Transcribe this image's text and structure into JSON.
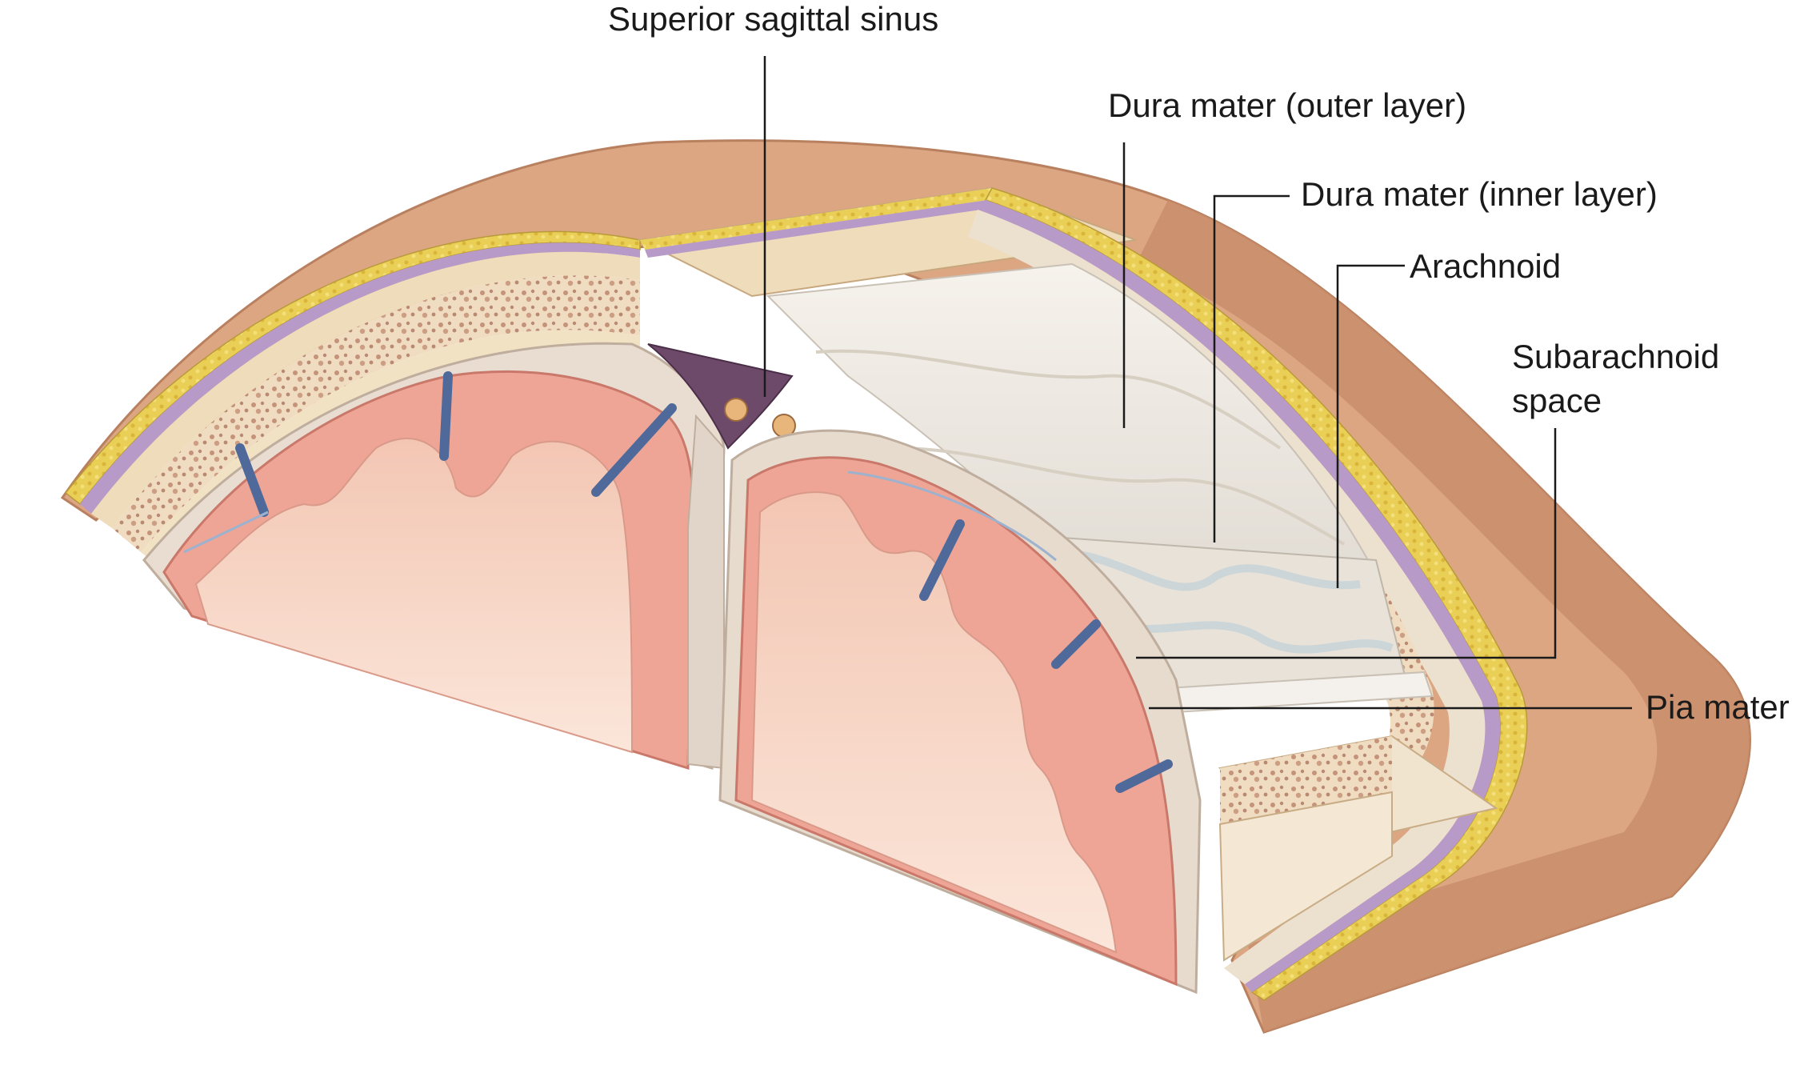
{
  "labels": {
    "superior_sagittal_sinus": "Superior sagittal sinus",
    "dura_outer": "Dura mater (outer layer)",
    "dura_inner": "Dura mater (inner layer)",
    "arachnoid": "Arachnoid",
    "subarachnoid_line1": "Subarachnoid",
    "subarachnoid_line2": "space",
    "pia_mater": "Pia mater"
  },
  "colors": {
    "scalp": "#d8a27f",
    "scalp_dark": "#b9805f",
    "bone": "#f1dfbd",
    "bone_spongy": "#c99a7e",
    "fat": "#e8cc52",
    "membrane_purple": "#a68ab8",
    "dura": "#e7e1d8",
    "cortex": "#eea99a",
    "white_matter": "#f7d3c2",
    "sinus": "#6e4a6a",
    "vessel": "#4f6a9a",
    "leader_line": "#1a1a1a"
  }
}
